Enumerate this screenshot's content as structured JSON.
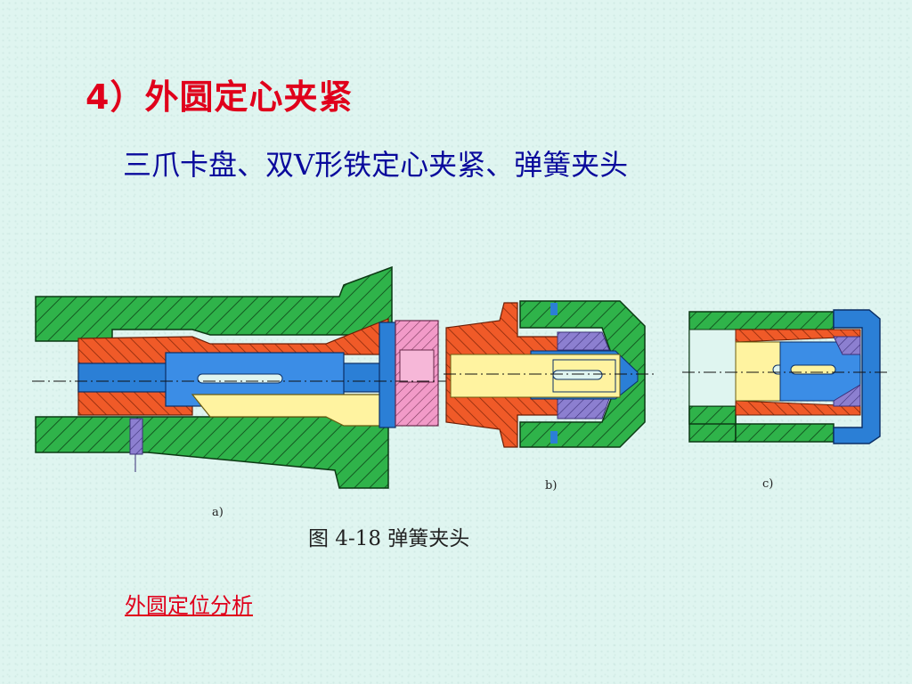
{
  "title": "4）外圆定心夹紧",
  "subtitle": "三爪卡盘、双V形铁定心夹紧、弹簧夹头",
  "figure": {
    "caption": "图 4-18   弹簧夹头",
    "sublabels": [
      "a)",
      "b)",
      "c)"
    ]
  },
  "link": {
    "label": "外圆定位分析"
  },
  "colors": {
    "title": "#e0001b",
    "subtitle": "#0a0a9c",
    "green": "#2fb34a",
    "orange": "#f05a28",
    "blue": "#2b7fd6",
    "yellow": "#fff3a0",
    "pink": "#f29ac8",
    "purple": "#8c7fd0"
  }
}
